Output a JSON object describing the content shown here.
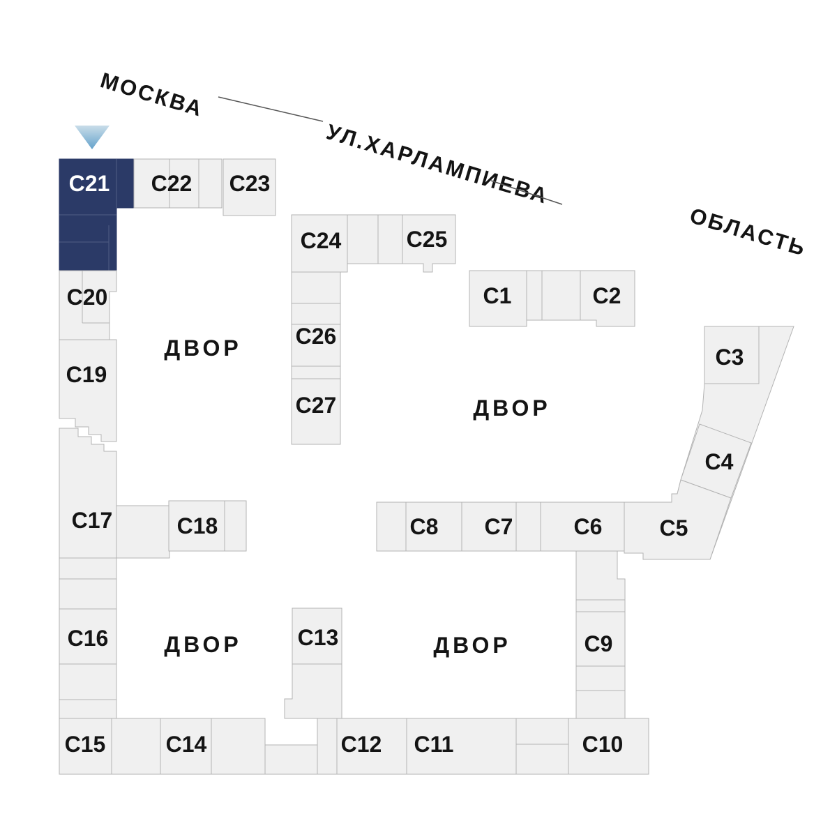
{
  "plan": {
    "city_label": "МОСКВА",
    "street_label": "УЛ.ХАРЛАМПИЕВА",
    "region_label": "ОБЛАСТЬ",
    "selected_building": "С21",
    "courtyards": {
      "top_left": "ДВОР",
      "top_right": "ДВОР",
      "bottom_left": "ДВОР",
      "bottom_right": "ДВОР"
    },
    "buildings": {
      "c1": {
        "label": "С1"
      },
      "c2": {
        "label": "С2"
      },
      "c3": {
        "label": "С3"
      },
      "c4": {
        "label": "С4"
      },
      "c5": {
        "label": "С5"
      },
      "c6": {
        "label": "С6"
      },
      "c7": {
        "label": "С7"
      },
      "c8": {
        "label": "С8"
      },
      "c9": {
        "label": "С9"
      },
      "c10": {
        "label": "С10"
      },
      "c11": {
        "label": "С11"
      },
      "c12": {
        "label": "С12"
      },
      "c13": {
        "label": "С13"
      },
      "c14": {
        "label": "С14"
      },
      "c15": {
        "label": "С15"
      },
      "c16": {
        "label": "С16"
      },
      "c17": {
        "label": "С17"
      },
      "c18": {
        "label": "С18"
      },
      "c19": {
        "label": "С19"
      },
      "c20": {
        "label": "С20"
      },
      "c21": {
        "label": "С21",
        "selected": true
      },
      "c22": {
        "label": "С22"
      },
      "c23": {
        "label": "С23"
      },
      "c24": {
        "label": "С24"
      },
      "c25": {
        "label": "С25"
      },
      "c26": {
        "label": "С26"
      },
      "c27": {
        "label": "С27"
      }
    },
    "colors": {
      "selected_fill": "#2b3a67",
      "selected_divider": "#4a5880",
      "building_fill": "#f0f0f0",
      "building_border": "#b3b3b3",
      "label_text": "#141414",
      "selected_label_text": "#ffffff",
      "street_line": "#555555",
      "marker_gradient_top": "#c9dde9",
      "marker_gradient_bottom": "#64a2cb"
    }
  }
}
